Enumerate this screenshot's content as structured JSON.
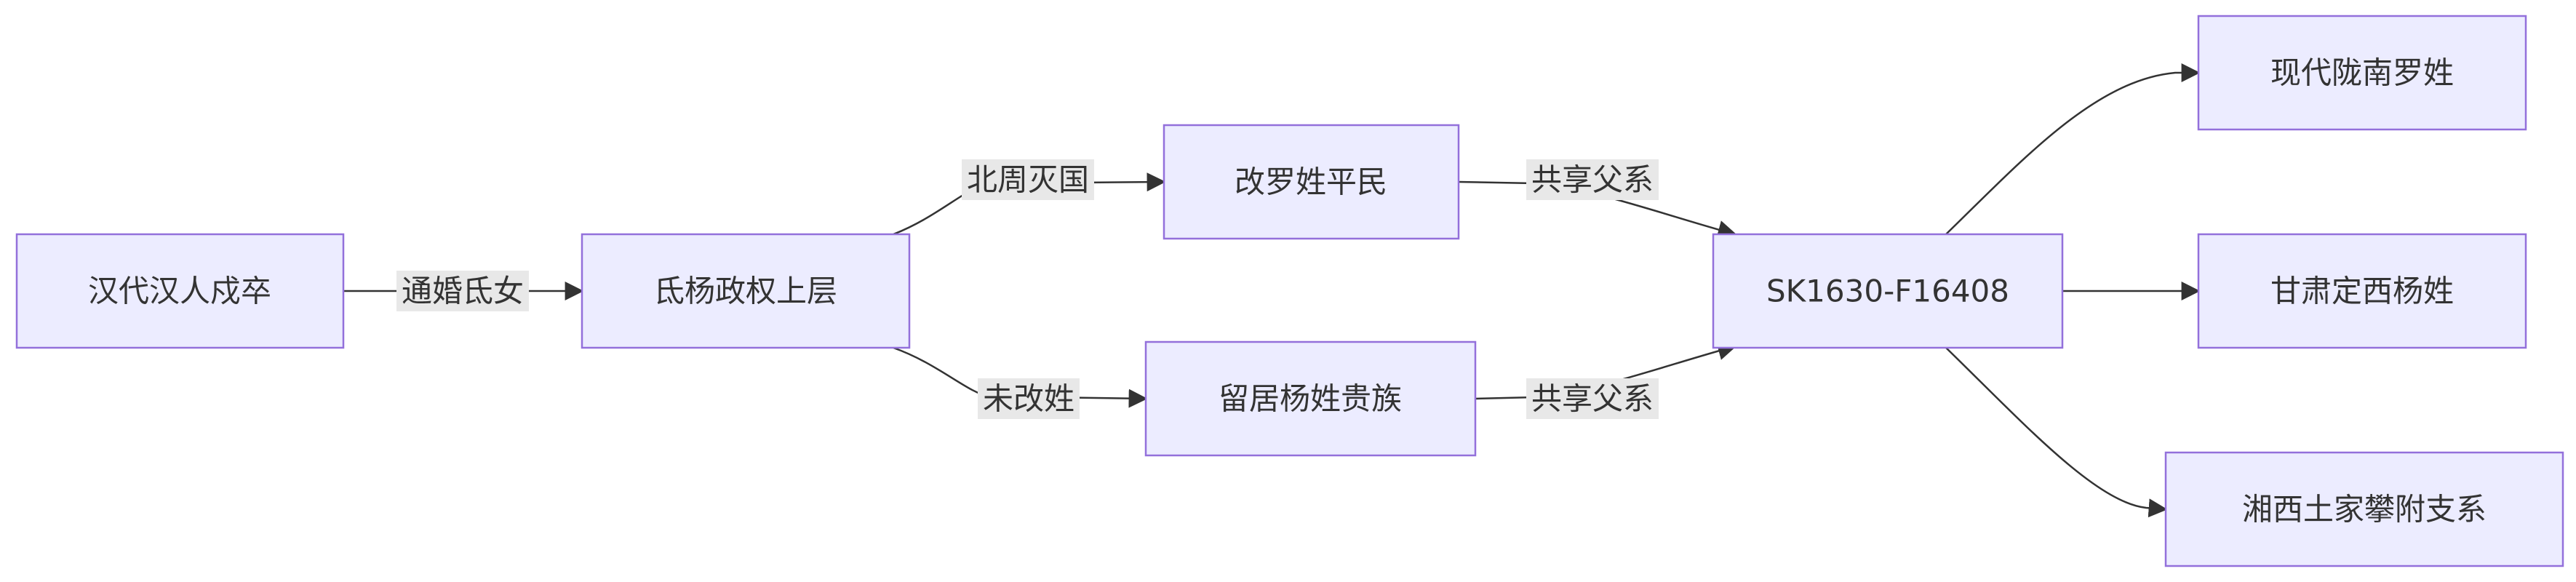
{
  "diagram": {
    "type": "flowchart",
    "direction": "left-to-right",
    "colors": {
      "node_fill": "#ECECFF",
      "node_border": "#9370DB",
      "edge": "#333333",
      "label_background": "#E8E8E8",
      "text": "#333333"
    },
    "nodes": {
      "han": "汉代汉人戍卒",
      "yang_upper": "氐杨政权上层",
      "luo_commoner": "改罗姓平民",
      "yang_noble": "留居杨姓贵族",
      "haplogroup": "SK1630-F16408",
      "longnan_luo": "现代陇南罗姓",
      "gansu_yang": "甘肃定西杨姓",
      "xiangxi_tujia": "湘西土家攀附支系"
    },
    "edges": {
      "han_to_yang": "通婚氐女",
      "yang_to_luo": "北周灭国",
      "yang_to_noble": "未改姓",
      "luo_to_hap": "共享父系",
      "noble_to_hap": "共享父系"
    }
  }
}
